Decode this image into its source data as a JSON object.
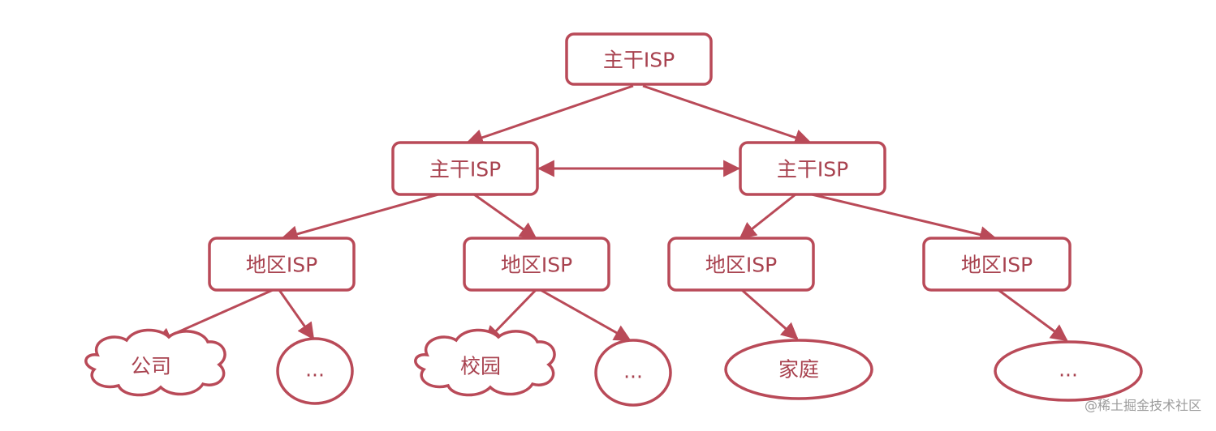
{
  "colors": {
    "stroke": "#b94a58",
    "text": "#a8424f",
    "watermark": "#9b9b9b"
  },
  "nodes": {
    "backbone_top": "主干ISP",
    "backbone_left": "主干ISP",
    "backbone_right": "主干ISP",
    "regional_1": "地区ISP",
    "regional_2": "地区ISP",
    "regional_3": "地区ISP",
    "regional_4": "地区ISP",
    "leaf_company": "公司",
    "leaf_more_1": "...",
    "leaf_campus": "校园",
    "leaf_more_2": "...",
    "leaf_home": "家庭",
    "leaf_more_3": "..."
  },
  "watermark": "@稀土掘金技术社区"
}
